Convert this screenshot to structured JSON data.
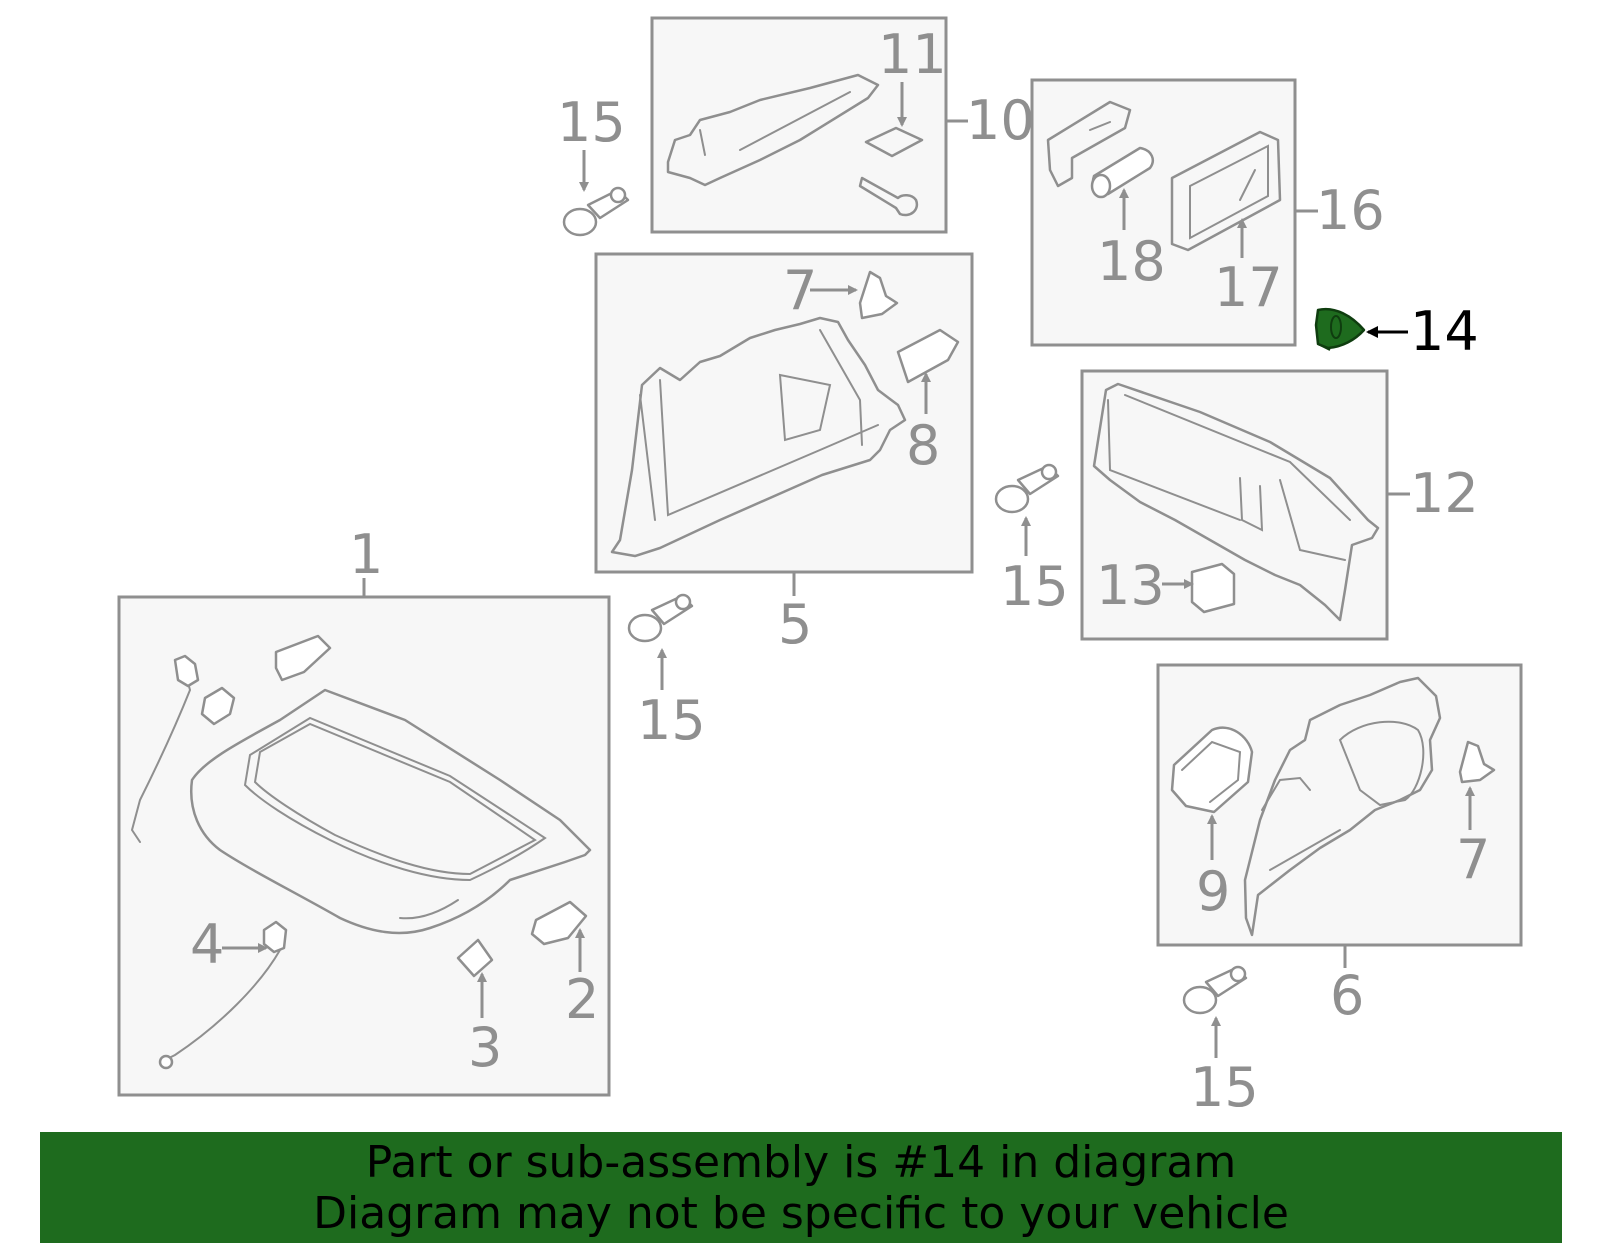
{
  "diagram": {
    "highlighted_part": "14",
    "callouts": {
      "c1": "1",
      "c2": "2",
      "c3": "3",
      "c4": "4",
      "c5": "5",
      "c6": "6",
      "c7a": "7",
      "c7b": "7",
      "c8": "8",
      "c9": "9",
      "c10": "10",
      "c11": "11",
      "c12": "12",
      "c13": "13",
      "c14": "14",
      "c15a": "15",
      "c15b": "15",
      "c15c": "15",
      "c15d": "15",
      "c16": "16",
      "c17": "17",
      "c18": "18"
    },
    "colors": {
      "highlight": "#1e6b1e",
      "line": "#8f8f8f",
      "box_fill": "#f7f7f7"
    }
  },
  "banner": {
    "line1": "Part or sub-assembly is #14 in diagram",
    "line2": "Diagram may not be specific to your vehicle"
  }
}
